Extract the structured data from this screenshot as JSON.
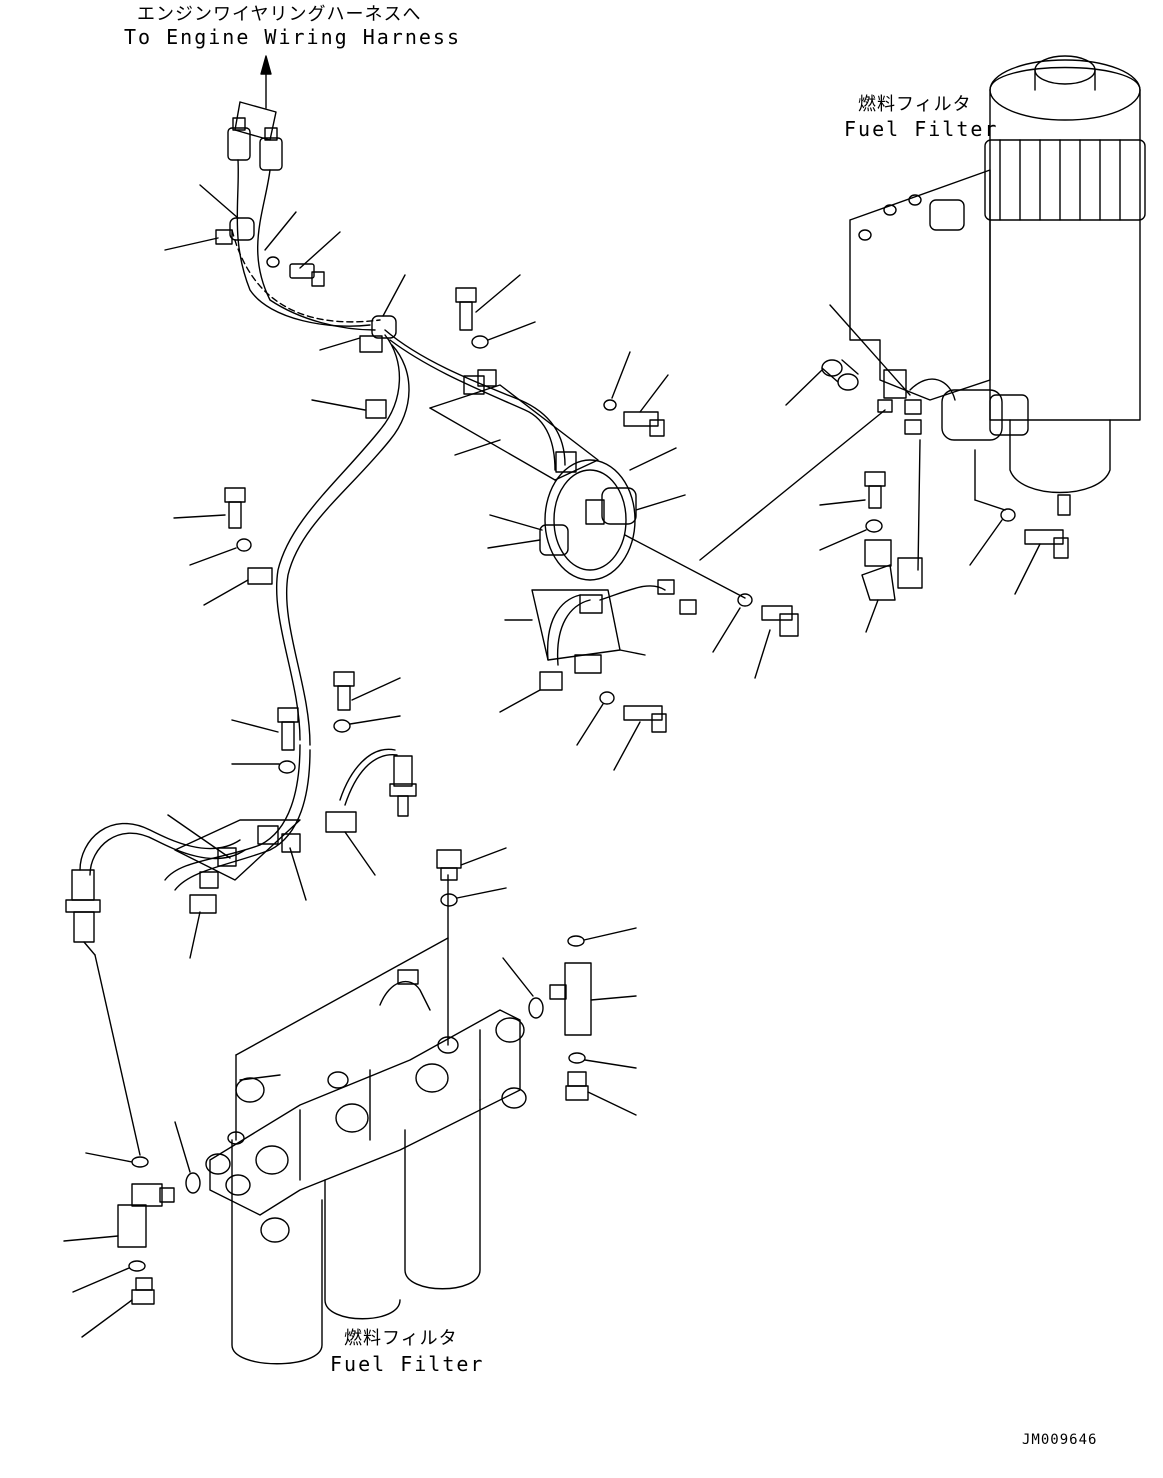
{
  "labels": {
    "engine_harness_jp": "エンジンワイヤリングハーネスへ",
    "engine_harness_en": "To Engine Wiring Harness",
    "fuel_filter_top_jp": "燃料フィルタ",
    "fuel_filter_top_en": "Fuel Filter",
    "fuel_filter_bottom_jp": "燃料フィルタ",
    "fuel_filter_bottom_en": "Fuel Filter"
  },
  "drawing_code": "JM009646",
  "colors": {
    "line": "#000000",
    "background": "#ffffff"
  }
}
